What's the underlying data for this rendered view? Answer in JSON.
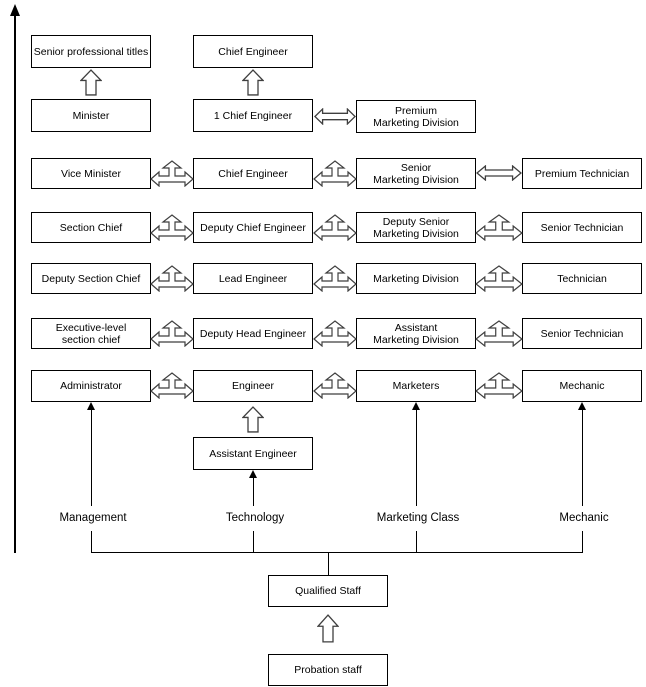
{
  "diagram": {
    "boxes": {
      "senior_professional_titles": "Senior professional titles",
      "chief_engineer_top": "Chief Engineer",
      "minister": "Minister",
      "chief_engineer_1": "1 Chief Engineer",
      "premium_marketing_division": {
        "line1": "Premium",
        "line2": "Marketing Division"
      },
      "vice_minister": "Vice Minister",
      "chief_engineer": "Chief Engineer",
      "senior_marketing_division": {
        "line1": "Senior",
        "line2": "Marketing Division"
      },
      "premium_technician": "Premium Technician",
      "section_chief": "Section Chief",
      "deputy_chief_engineer": "Deputy Chief Engineer",
      "deputy_senior_marketing_division": {
        "line1": "Deputy Senior",
        "line2": "Marketing Division"
      },
      "senior_technician_row4": "Senior Technician",
      "deputy_section_chief": "Deputy Section Chief",
      "lead_engineer": "Lead Engineer",
      "marketing_division": "Marketing Division",
      "technician": "Technician",
      "executive_level_section_chief": {
        "line1": "Executive-level",
        "line2": "section chief"
      },
      "deputy_head_engineer": "Deputy Head Engineer",
      "assistant_marketing_division": {
        "line1": "Assistant",
        "line2": "Marketing Division"
      },
      "senior_technician_row6": "Senior Technician",
      "administrator": "Administrator",
      "engineer": "Engineer",
      "marketers": "Marketers",
      "mechanic": "Mechanic",
      "assistant_engineer": "Assistant Engineer",
      "qualified_staff": "Qualified Staff",
      "probation_staff": "Probation staff"
    },
    "track_labels": {
      "management": "Management",
      "technology": "Technology",
      "marketing_class": "Marketing Class",
      "mechanic": "Mechanic"
    },
    "colors": {
      "line": "#000000",
      "arrow_outline": "#3f3f3f",
      "box_background": "#ffffff"
    }
  }
}
